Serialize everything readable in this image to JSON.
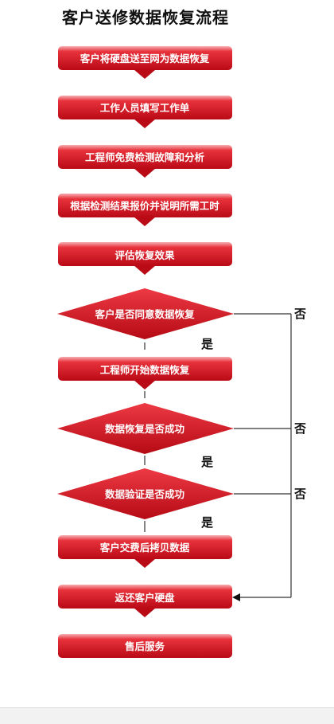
{
  "title": "客户送修数据恢复流程",
  "steps": {
    "s1": "客户将硬盘送至网为数据恢复",
    "s2": "工作人员填写工作单",
    "s3": "工程师免费检测故障和分析",
    "s4": "根据检测结果报价并说明所需工时",
    "s5": "评估恢复效果",
    "d1": "客户是否同意数据恢复",
    "s6": "工程师开始数据恢复",
    "d2": "数据恢复是否成功",
    "d3": "数据验证是否成功",
    "s7": "客户交费后拷贝数据",
    "s8": "返还客户硬盘",
    "s9": "售后服务"
  },
  "labels": {
    "yes": "是",
    "no": "否"
  },
  "colors": {
    "accent": "#c8101c",
    "accent_light": "#f24a52",
    "line": "#333333"
  }
}
